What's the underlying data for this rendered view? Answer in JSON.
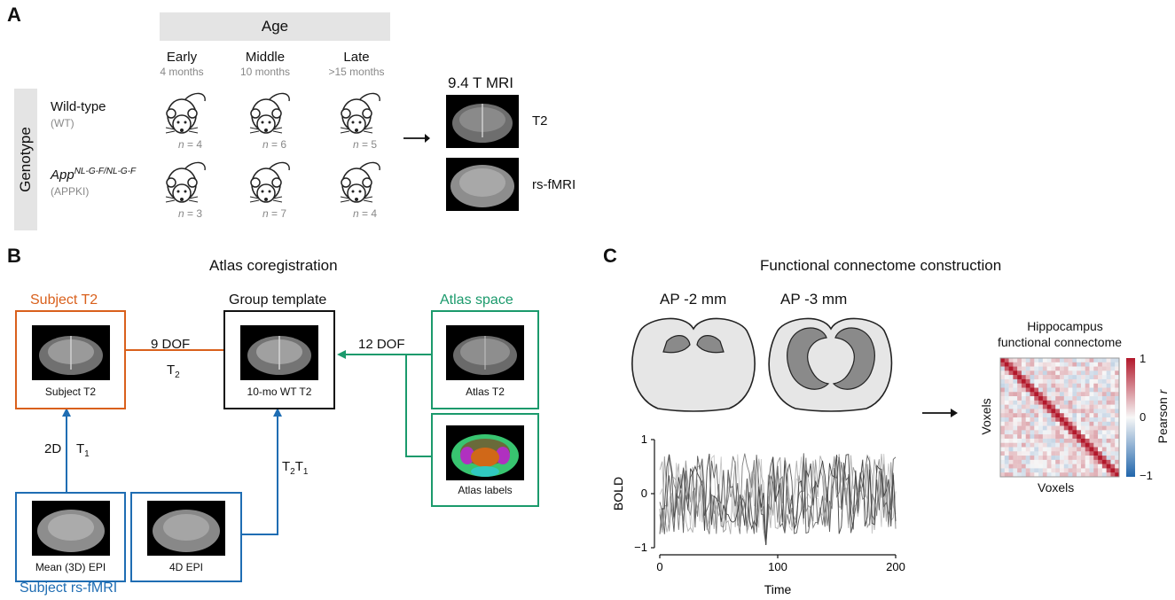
{
  "panel_a": {
    "letter": "A",
    "age_header": "Age",
    "genotype_header": "Genotype",
    "columns": [
      {
        "name": "Early",
        "sub": "4 months"
      },
      {
        "name": "Middle",
        "sub": "10 months"
      },
      {
        "name": "Late",
        "sub": ">15 months"
      }
    ],
    "rows": [
      {
        "name": "Wild-type",
        "name_sup": "",
        "sub": "(WT)",
        "counts": [
          "4",
          "6",
          "5"
        ]
      },
      {
        "name": "App",
        "name_sup": "NL-G-F/NL-G-F",
        "sub": "(APPKI)",
        "counts": [
          "3",
          "7",
          "4"
        ]
      }
    ],
    "n_prefix": "n",
    "mri_title": "9.4 T MRI",
    "mri_labels": [
      "T2",
      "rs-fMRI"
    ]
  },
  "panel_b": {
    "letter": "B",
    "title": "Atlas coregistration",
    "subject_t2_title": "Subject T2",
    "subject_t2_caption": "Subject T2",
    "group_template_title": "Group template",
    "group_template_caption": "10-mo WT T2",
    "atlas_space_title": "Atlas space",
    "atlas_t2_caption": "Atlas T2",
    "atlas_labels_caption": "Atlas labels",
    "mean_epi_caption": "Mean (3D) EPI",
    "epi4d_caption": "4D EPI",
    "subject_rsfmri_title": "Subject rs-fMRI",
    "arrow_9dof": "9 DOF",
    "arrow_t2": "T",
    "arrow_t2_sub": "2",
    "arrow_12dof": "12 DOF",
    "arrow_2d": "2D",
    "arrow_t1": "T",
    "arrow_t1_sub": "1",
    "arrow_t2t1_a": "T",
    "arrow_t2t1_sub_a": "2",
    "arrow_t2t1_b": "T",
    "arrow_t2t1_sub_b": "1",
    "colors": {
      "orange": "#d9601c",
      "blue": "#1f6db3",
      "green": "#1b9a6c",
      "black": "#111111"
    }
  },
  "panel_c": {
    "letter": "C",
    "title": "Functional connectome construction",
    "slice_labels": [
      "AP -2 mm",
      "AP -3 mm"
    ],
    "matrix_title_1": "Hippocampus",
    "matrix_title_2": "functional connectome",
    "matrix_xlabel": "Voxels",
    "matrix_ylabel": "Voxels",
    "colorbar_label": "Pearson ",
    "colorbar_label_italic": "r",
    "colorbar_ticks": [
      "1",
      "0",
      "−1"
    ],
    "colors": {
      "red": "#b2182b",
      "white": "#f7f7f7",
      "blue": "#2166ac"
    }
  },
  "chart_data": {
    "type": "line",
    "xlabel": "Time",
    "ylabel": "BOLD",
    "xlim": [
      0,
      200
    ],
    "ylim": [
      -1,
      1
    ],
    "xticks": [
      "0",
      "100",
      "200"
    ],
    "yticks": [
      "1",
      "0",
      "−1"
    ],
    "grid": false,
    "legend": "none"
  }
}
